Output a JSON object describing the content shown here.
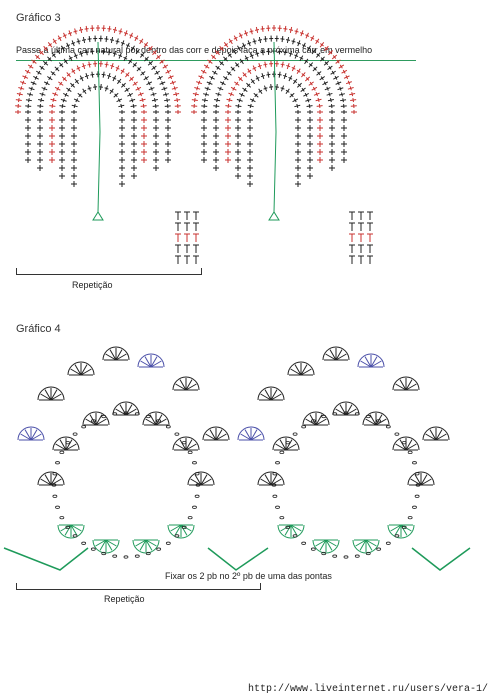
{
  "graph3": {
    "title": "Gráfico 3",
    "instruction": "Passe a última carr natural por dentro das corr e depois faça a próxima carr em vermelho",
    "repeat_label": "Repetição"
  },
  "graph4": {
    "title": "Gráfico 4",
    "note": "Fixar os 2 pb no 2º pb de uma das pontas",
    "repeat_label": "Repetição"
  },
  "footer": {
    "url": "http://www.liveinternet.ru/users/vera-1/"
  },
  "colors": {
    "black_stitches": "#222222",
    "red_stitches": "#c8322f",
    "green_stitches": "#1e9a5a",
    "blue_stitches": "#4a4fa8",
    "rule": "#2e9b5f"
  }
}
